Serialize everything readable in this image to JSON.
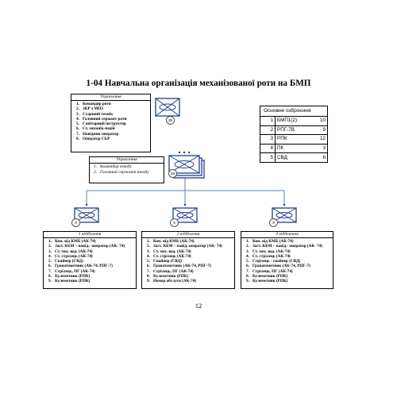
{
  "title": "1-04 Навчальна організація механізованої роти на БМП",
  "page_number": "12",
  "command": {
    "title": "Управління",
    "items": [
      {
        "n": "1.",
        "text": "Командир роти"
      },
      {
        "n": "2.",
        "text": "ЗКР з МПЗ"
      },
      {
        "n": "3.",
        "text": "Старший технік"
      },
      {
        "n": "4.",
        "text": "Головний сержант роти"
      },
      {
        "n": "5.",
        "text": "Санітарний інструктор"
      },
      {
        "n": "6.",
        "text": "Ст. механік-водій"
      },
      {
        "n": "7.",
        "text": "Навідник-оператор"
      },
      {
        "n": "8.",
        "text": "Оператор СЬР"
      }
    ],
    "badge": "35"
  },
  "platoon": {
    "title": "Управління",
    "items": [
      {
        "n": "1.",
        "text": "Командир взводу"
      },
      {
        "n": "2.",
        "text": "Головний сержант взводу"
      }
    ],
    "badge": "29"
  },
  "weapons": {
    "title": "Основне озброєння",
    "rows": [
      {
        "n": "1",
        "name": "БМП1(2)",
        "value": "10"
      },
      {
        "n": "2",
        "name": "РПГ-7В",
        "value": "9"
      },
      {
        "n": "3",
        "name": "РПК",
        "value": "12"
      },
      {
        "n": "4",
        "name": "ПК",
        "value": "3"
      },
      {
        "n": "5",
        "name": "СВД",
        "value": "6"
      }
    ]
  },
  "squads": [
    {
      "title": "1 відділення",
      "badge": "9",
      "items": [
        {
          "n": "1.",
          "text": "Ком. від КМБ (АК-74)"
        },
        {
          "n": "2.",
          "text": "Заст. КБМ – навід.- оператор (АК- 74)"
        },
        {
          "n": "3.",
          "text": "Ст. мех. вод. (АК-74)"
        },
        {
          "n": "4.",
          "text": "Ст. стрілець (АК-74)"
        },
        {
          "n": "5.",
          "text": "Снайпер (СВД)"
        },
        {
          "n": "6.",
          "text": "Гранатометник (АК-74, РПГ-7)"
        },
        {
          "n": "7.",
          "text": "Стрілець, ПГ (АК-74)"
        },
        {
          "n": "8.",
          "text": "Кулеметник (РПК)"
        },
        {
          "n": "9.",
          "text": "Кулеметник (РПК)"
        }
      ]
    },
    {
      "title": "2 відділення",
      "badge": "9",
      "items": [
        {
          "n": "1.",
          "text": "Ком. від КМБ (АК-74)"
        },
        {
          "n": "2.",
          "text": "Заст. КБМ – навід.-оператор (АК- 74)"
        },
        {
          "n": "3.",
          "text": "Ст. мех. вод. (АК-74)"
        },
        {
          "n": "4.",
          "text": "Ст. стрілець (АК-74)"
        },
        {
          "n": "5.",
          "text": "Снайпер (СВД)"
        },
        {
          "n": "6.",
          "text": "Гранатометник (АК-74, РПГ-7)"
        },
        {
          "n": "7.",
          "text": "Стрілець, ПГ (АК-74)"
        },
        {
          "n": "8.",
          "text": "Кулеметник (РПК)"
        },
        {
          "n": "9.",
          "text": "Номер обслуги (АК-74)"
        }
      ]
    },
    {
      "title": "3 відділення",
      "badge": "9",
      "items": [
        {
          "n": "1.",
          "text": "Ком. від КМБ (АК-74)"
        },
        {
          "n": "2.",
          "text": "Заст. КБМ – навід.- оператор (АК- 74)"
        },
        {
          "n": "3.",
          "text": "Ст. мех. вод. (АК-74)"
        },
        {
          "n": "4.",
          "text": "Ст. стрілець (АК-74)"
        },
        {
          "n": "5.",
          "text": "Стрілець - снайпер (СВД)"
        },
        {
          "n": "6.",
          "text": "Гранатометник (АК-74, РПГ-7)"
        },
        {
          "n": "7.",
          "text": "Стрілець, ПГ (АК-74)"
        },
        {
          "n": "8.",
          "text": "Кулеметник (РПК)"
        },
        {
          "n": "9.",
          "text": "Кулеметник (РПК)"
        }
      ]
    }
  ],
  "colors": {
    "symbol_stroke": "#1f3f8a",
    "symbol_fill": "#ffffff",
    "connector": "#5a7fb0"
  }
}
